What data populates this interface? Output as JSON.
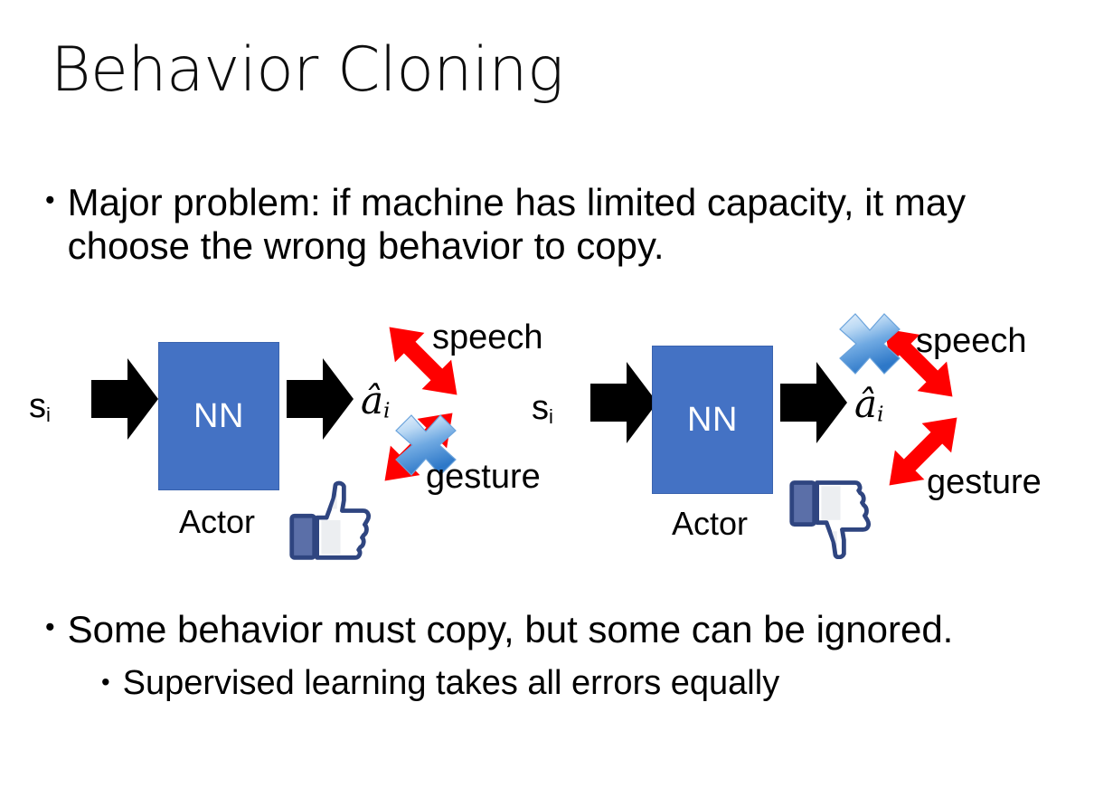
{
  "slide": {
    "title": "Behavior Cloning",
    "background_color": "#FFFFFF"
  },
  "bullets": {
    "top": "Major problem: if machine has limited capacity, it may choose the wrong behavior to copy.",
    "bottom_level1": "Some behavior must copy, but some can be ignored.",
    "bottom_level2": "Supervised learning takes all errors equally",
    "marker": "•"
  },
  "colors": {
    "nn_box_fill": "#4472C4",
    "nn_box_border": "#3A63AE",
    "arrow_black": "#000000",
    "arrow_red": "#FF0000",
    "cross_blue_light": "#CFE2F7",
    "cross_blue_mid": "#7FB2E5",
    "cross_blue_dark": "#2E78C8",
    "thumb_outline": "#3B5998",
    "thumb_fill": "#FFFFFF",
    "thumb_cuff": "#5B6FA8",
    "text_black": "#000000"
  },
  "diagrams": [
    {
      "id": "left",
      "input_label": "s",
      "input_subscript": "i",
      "model_label": "NN",
      "model_caption": "Actor",
      "output_label": "â",
      "output_subscript": "i",
      "branches": [
        {
          "name": "speech",
          "label": "speech",
          "crossed": false
        },
        {
          "name": "gesture",
          "label": "gesture",
          "crossed": true
        }
      ],
      "feedback_icon": "thumbs-up",
      "crossed_branch": "gesture"
    },
    {
      "id": "right",
      "input_label": "s",
      "input_subscript": "i",
      "model_label": "NN",
      "model_caption": "Actor",
      "output_label": "â",
      "output_subscript": "i",
      "branches": [
        {
          "name": "speech",
          "label": "speech",
          "crossed": true
        },
        {
          "name": "gesture",
          "label": "gesture",
          "crossed": false
        }
      ],
      "feedback_icon": "thumbs-down",
      "crossed_branch": "speech"
    }
  ]
}
